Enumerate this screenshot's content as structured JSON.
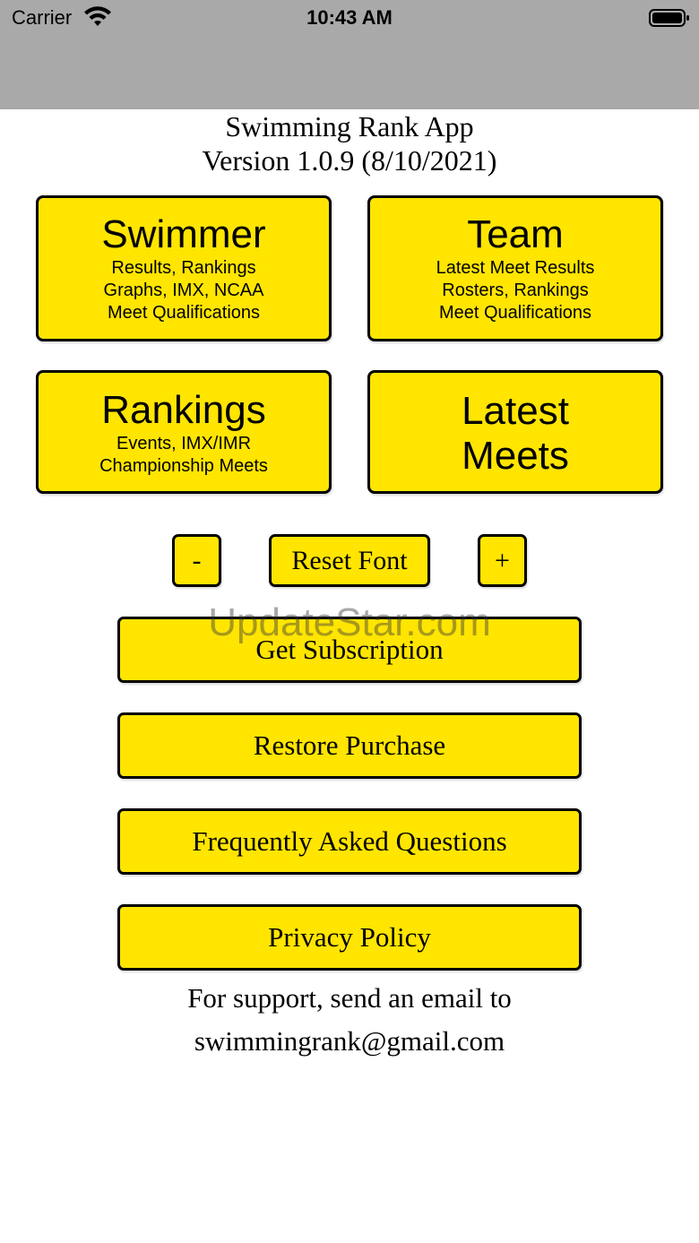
{
  "status_bar": {
    "carrier": "Carrier",
    "time": "10:43 AM",
    "icons": [
      "wifi-icon",
      "battery-icon"
    ]
  },
  "header": {
    "app_name": "Swimming Rank App",
    "version": "Version 1.0.9 (8/10/2021)"
  },
  "tiles": {
    "swimmer": {
      "title": "Swimmer",
      "lines": [
        "Results, Rankings",
        "Graphs, IMX, NCAA",
        "Meet Qualifications"
      ]
    },
    "team": {
      "title": "Team",
      "lines": [
        "Latest Meet Results",
        "Rosters, Rankings",
        "Meet Qualifications"
      ]
    },
    "rankings": {
      "title": "Rankings",
      "lines": [
        "Events, IMX/IMR",
        "Championship Meets"
      ]
    },
    "latest_meets": {
      "title_line1": "Latest",
      "title_line2": "Meets"
    }
  },
  "font_controls": {
    "decrease_label": "-",
    "reset_label": "Reset Font",
    "increase_label": "+"
  },
  "actions": {
    "subscription_label": "Get Subscription",
    "restore_label": "Restore Purchase",
    "faq_label": "Frequently Asked Questions",
    "privacy_label": "Privacy Policy"
  },
  "support": {
    "line1": "For support, send an email to",
    "email": "swimmingrank@gmail.com"
  },
  "watermark": "UpdateStar.com",
  "colors": {
    "status_bar": "#a9a9a9",
    "button_fill": "#ffe500",
    "button_border": "#000000"
  }
}
